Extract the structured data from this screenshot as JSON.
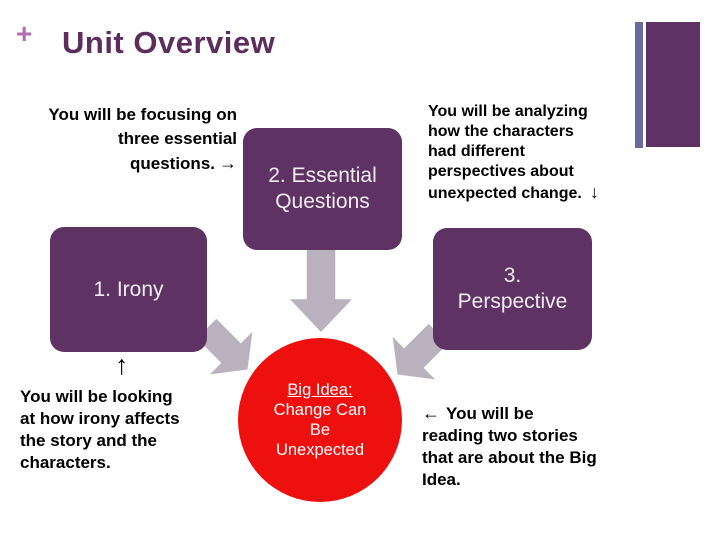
{
  "header": {
    "plus": "+",
    "title": "Unit Overview"
  },
  "colors": {
    "title": "#5B2E5E",
    "plus": "#B26DB2",
    "box_purple": "#5E3263",
    "box_text": "#F1ECF2",
    "bar_slate": "#6A6A9D",
    "arrow_gray": "#B9B2BE",
    "big_idea_red": "#EE0F0F",
    "body_text": "#000000"
  },
  "icons": {
    "right_arrow": "→",
    "down_arrow": "↓",
    "up_arrow": "↑",
    "left_arrow": "←"
  },
  "annotations": {
    "top_left": {
      "lines": [
        "You will be focusing on",
        "three essential",
        "questions."
      ]
    },
    "top_right": {
      "lines": [
        "You will be analyzing",
        "how the characters",
        "had different",
        "perspectives about",
        "unexpected change."
      ]
    },
    "bottom_left": {
      "lines": [
        "You will be looking",
        "at how irony affects",
        "the story and the",
        "characters."
      ]
    },
    "bottom_right": {
      "first_line": "You will be",
      "lines": [
        "reading two stories",
        "that are about the Big",
        "Idea."
      ]
    }
  },
  "boxes": {
    "irony": {
      "label": "1. Irony"
    },
    "essential_questions": {
      "lines": [
        "2. Essential",
        "Questions"
      ]
    },
    "perspective": {
      "lines": [
        "3.",
        "Perspective"
      ]
    }
  },
  "big_idea": {
    "heading": "Big Idea:",
    "lines": [
      "Change Can",
      "Be",
      "Unexpected"
    ]
  }
}
